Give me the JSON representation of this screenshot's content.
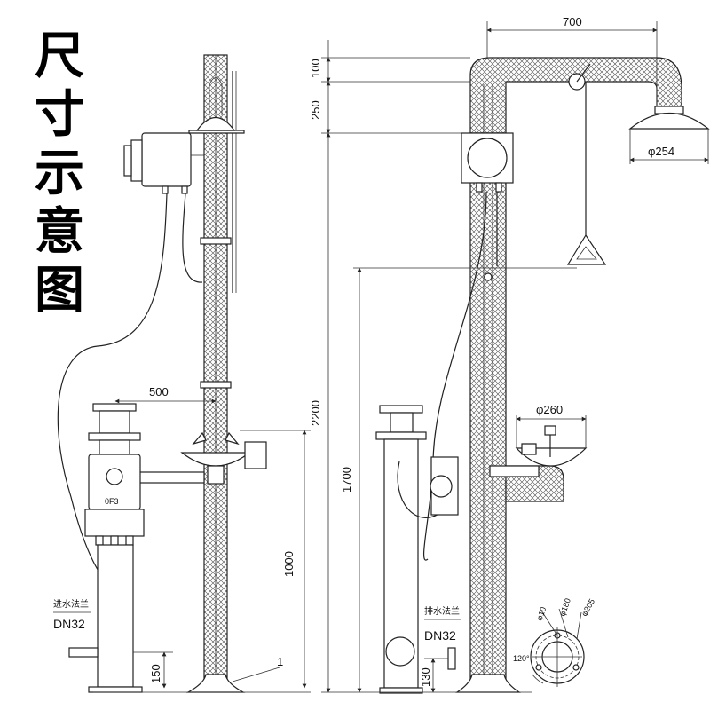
{
  "title_chars": [
    "尺",
    "寸",
    "示",
    "意",
    "图"
  ],
  "front_view": {
    "dim_width": "500",
    "dim_height": "1000",
    "dim_base": "150",
    "part_callout": "1",
    "inlet_label": "进水法兰",
    "inlet_size": "DN32",
    "box_mark": "0F3"
  },
  "side_view": {
    "dim_top_width": "700",
    "dim_100": "100",
    "dim_250": "250",
    "dim_2200": "2200",
    "dim_1700": "1700",
    "dim_130": "130",
    "shower_diameter": "φ254",
    "eyewash_diameter": "φ260",
    "drain_label": "排水法兰",
    "drain_size": "DN32"
  },
  "flange_detail": {
    "hole_dia": "φ10",
    "pcd": "φ180",
    "outer_dia": "φ205",
    "angle": "120°"
  }
}
